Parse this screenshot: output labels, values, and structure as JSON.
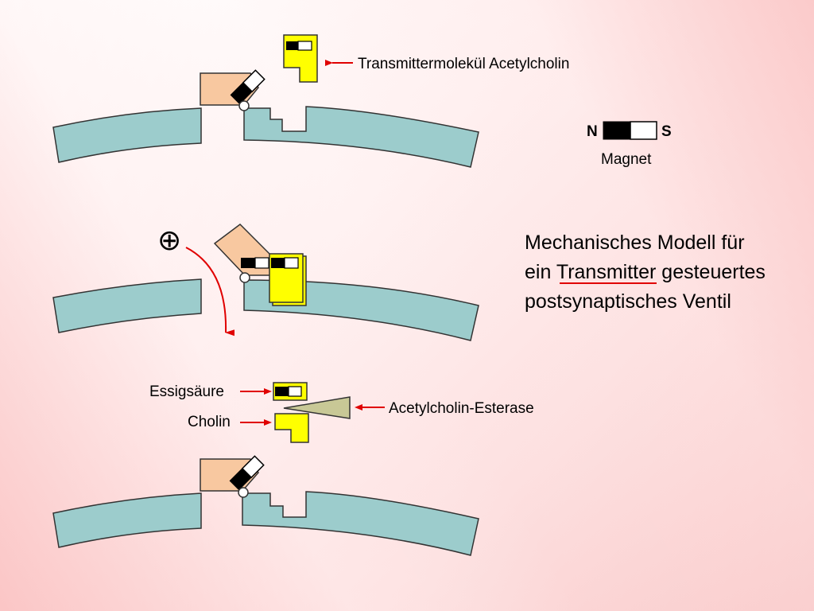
{
  "labels": {
    "transmitter": "Transmittermolekül Acetylcholin",
    "magnet_n": "N",
    "magnet_s": "S",
    "magnet": "Magnet",
    "essigsaeure": "Essigsäure",
    "cholin": "Cholin",
    "esterase": "Acetylcholin-Esterase",
    "plus": "⊕"
  },
  "title": {
    "line1": "Mechanisches Modell für",
    "line2_pre": "ein ",
    "line2_underlined": "Transmitter",
    "line2_post": " gesteuertes",
    "line3": "postsynaptisches Ventil"
  },
  "colors": {
    "membrane": "#9ccccc",
    "gate": "#f8c8a0",
    "transmitter": "#ffff00",
    "esterase": "#c8c896",
    "arrow": "#e00000"
  }
}
